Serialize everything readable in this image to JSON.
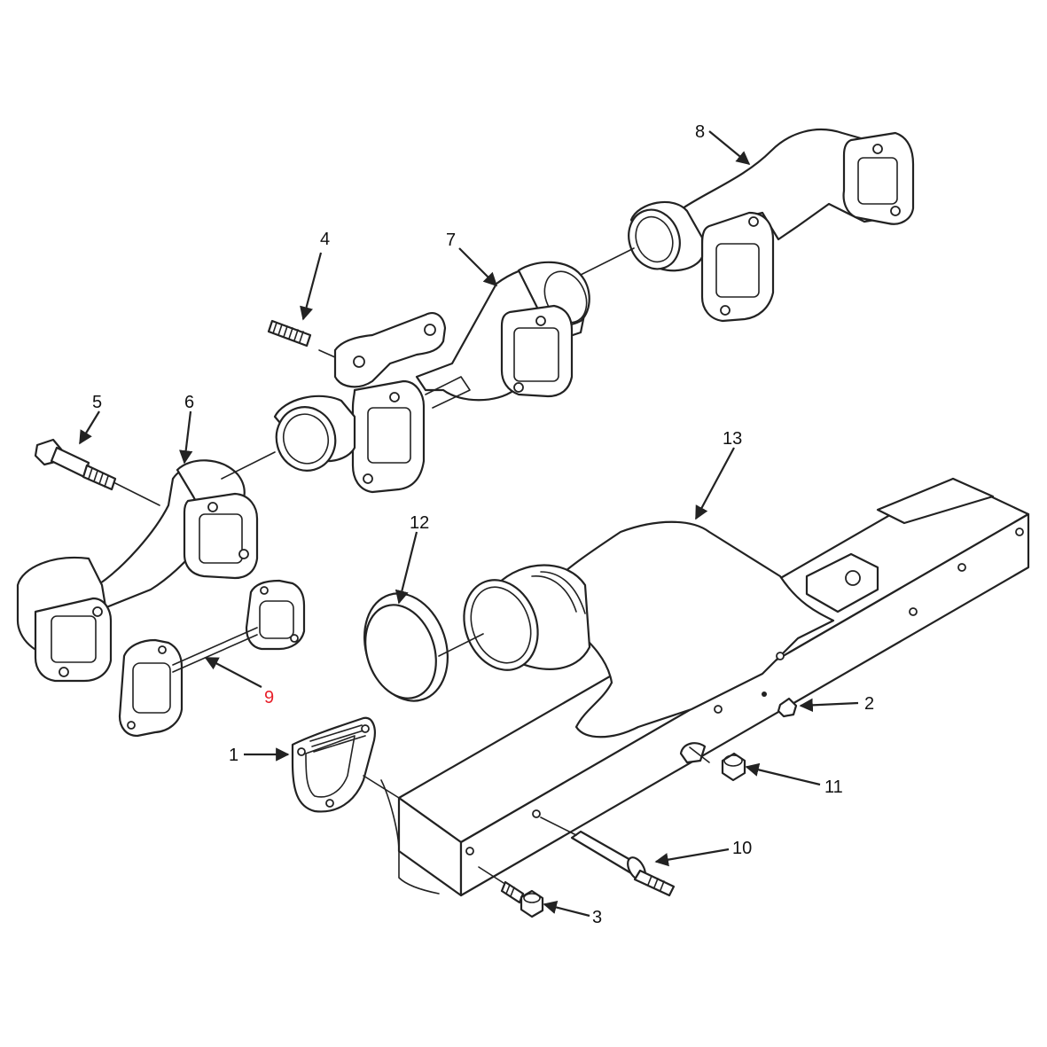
{
  "callouts": [
    {
      "id": "1",
      "text": "1",
      "highlight": false
    },
    {
      "id": "2",
      "text": "2",
      "highlight": false
    },
    {
      "id": "3",
      "text": "3",
      "highlight": false
    },
    {
      "id": "4",
      "text": "4",
      "highlight": false
    },
    {
      "id": "5",
      "text": "5",
      "highlight": false
    },
    {
      "id": "6",
      "text": "6",
      "highlight": false
    },
    {
      "id": "7",
      "text": "7",
      "highlight": false
    },
    {
      "id": "8",
      "text": "8",
      "highlight": false
    },
    {
      "id": "9",
      "text": "9",
      "highlight": true
    },
    {
      "id": "10",
      "text": "10",
      "highlight": false
    },
    {
      "id": "11",
      "text": "11",
      "highlight": false
    },
    {
      "id": "12",
      "text": "12",
      "highlight": false
    },
    {
      "id": "13",
      "text": "13",
      "highlight": false
    }
  ],
  "colors": {
    "line": "#222222",
    "highlight": "#e8202a",
    "background": "#ffffff"
  }
}
